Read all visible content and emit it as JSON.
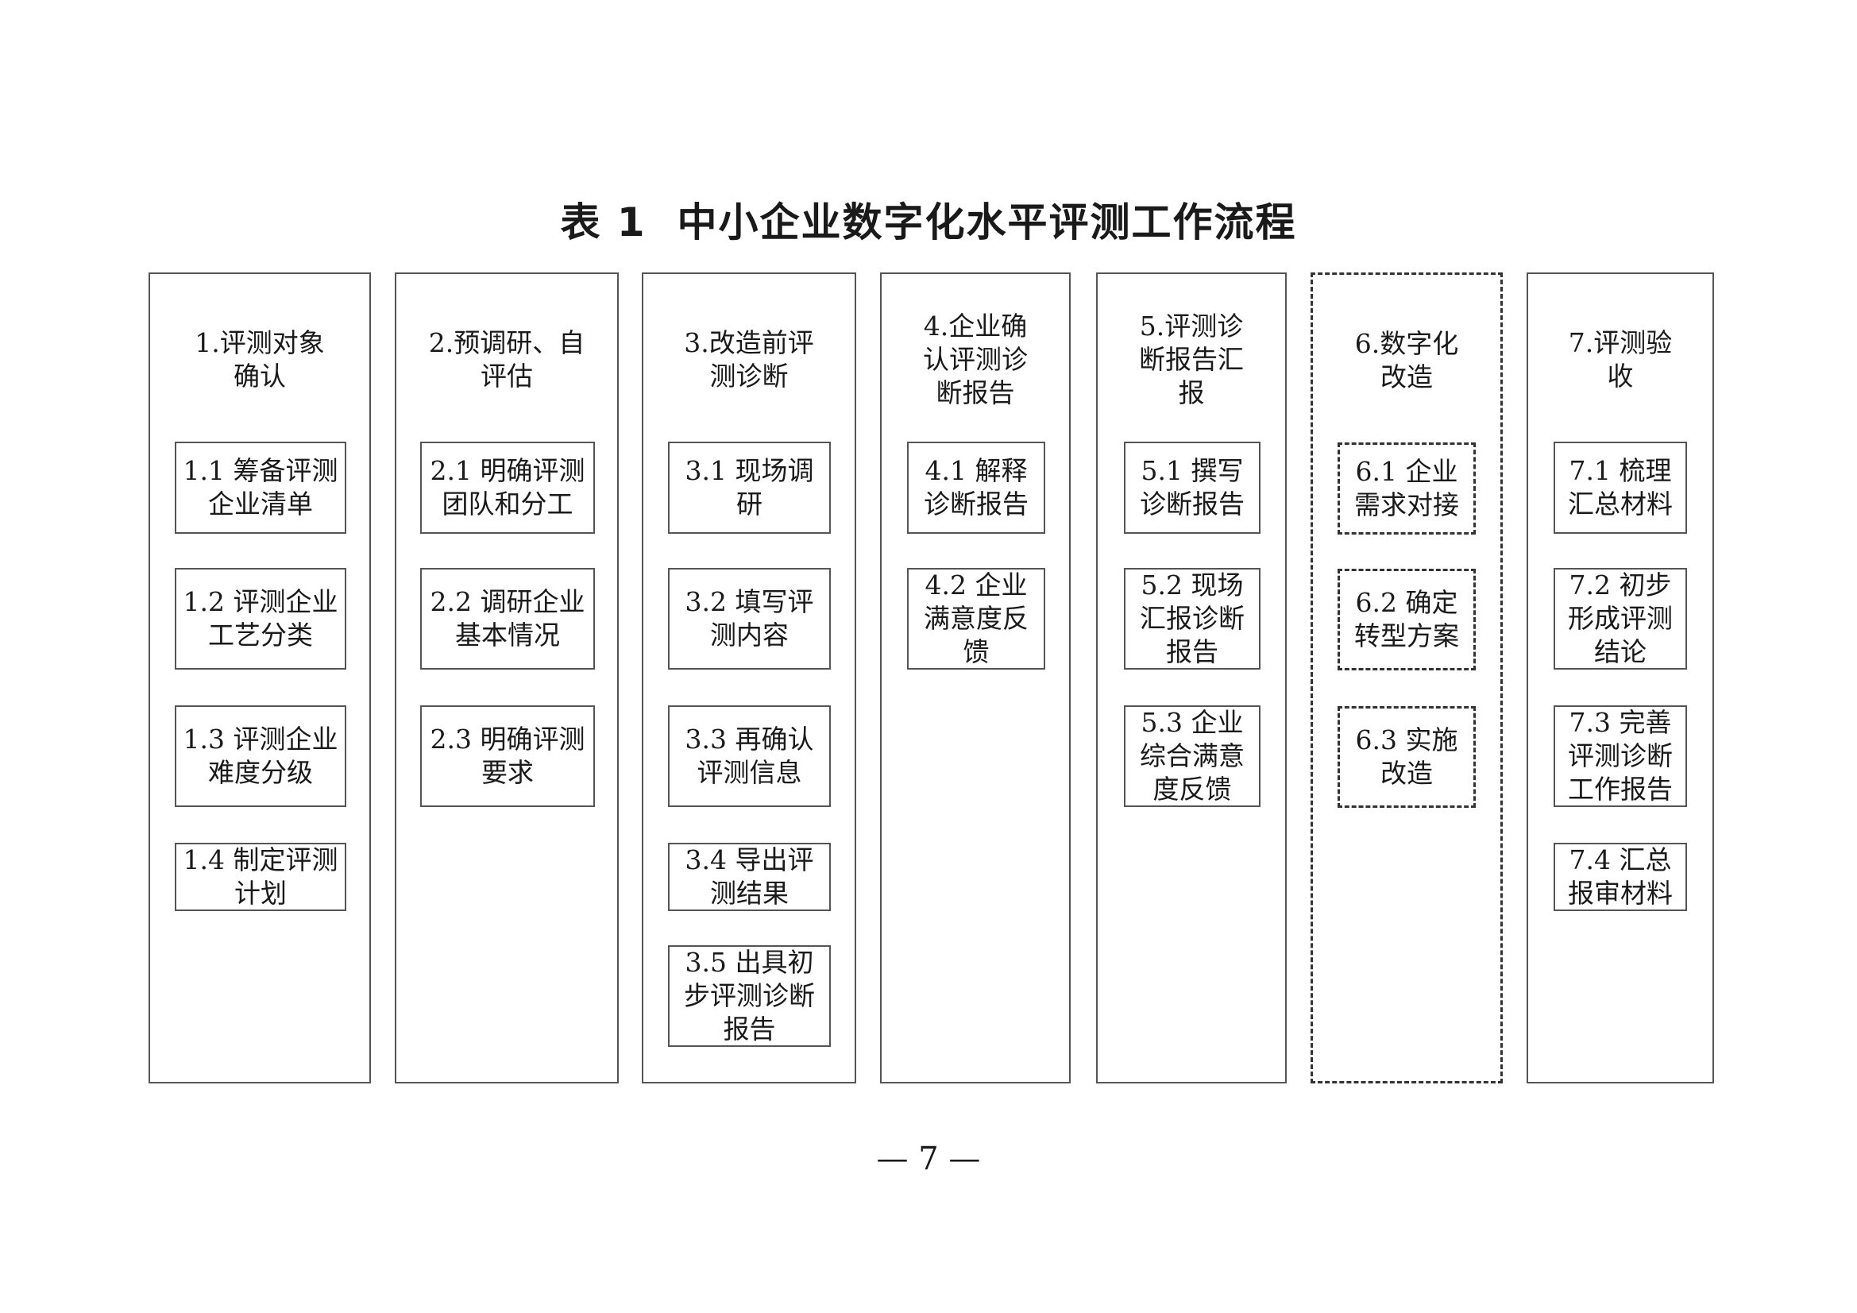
{
  "title": "表 1  中小企业数字化水平评测工作流程",
  "page_number": "— 7 —",
  "columns": [
    {
      "header": "1.评测对象\n确认",
      "steps": [
        "1.1 筹备评测\n企业清单",
        "1.2 评测企业\n工艺分类",
        "1.3 评测企业\n难度分级",
        "1.4 制定评测\n计划"
      ]
    },
    {
      "header": "2.预调研、自\n评估",
      "steps": [
        "2.1 明确评测\n团队和分工",
        "2.2 调研企业\n基本情况",
        "2.3 明确评测\n要求"
      ]
    },
    {
      "header": "3.改造前评\n测诊断",
      "steps": [
        "3.1 现场调\n研",
        "3.2 填写评\n测内容",
        "3.3 再确认\n评测信息",
        "3.4 导出评\n测结果",
        "3.5 出具初\n步评测诊断\n报告"
      ]
    },
    {
      "header": "4.企业确\n认评测诊\n断报告",
      "steps": [
        "4.1 解释\n诊断报告",
        "4.2 企业\n满意度反\n馈"
      ]
    },
    {
      "header": "5.评测诊\n断报告汇\n报",
      "steps": [
        "5.1 撰写\n诊断报告",
        "5.2 现场\n汇报诊断\n报告",
        "5.3 企业\n综合满意\n度反馈"
      ]
    },
    {
      "header": "6.数字化\n改造",
      "steps": [
        "6.1 企业\n需求对接",
        "6.2 确定\n转型方案",
        "6.3 实施\n改造"
      ]
    },
    {
      "header": "7.评测验\n收",
      "steps": [
        "7.1 梳理\n汇总材料",
        "7.2 初步\n形成评测\n结论",
        "7.3 完善\n评测诊断\n工作报告",
        "7.4 汇总\n报审材料"
      ]
    }
  ]
}
